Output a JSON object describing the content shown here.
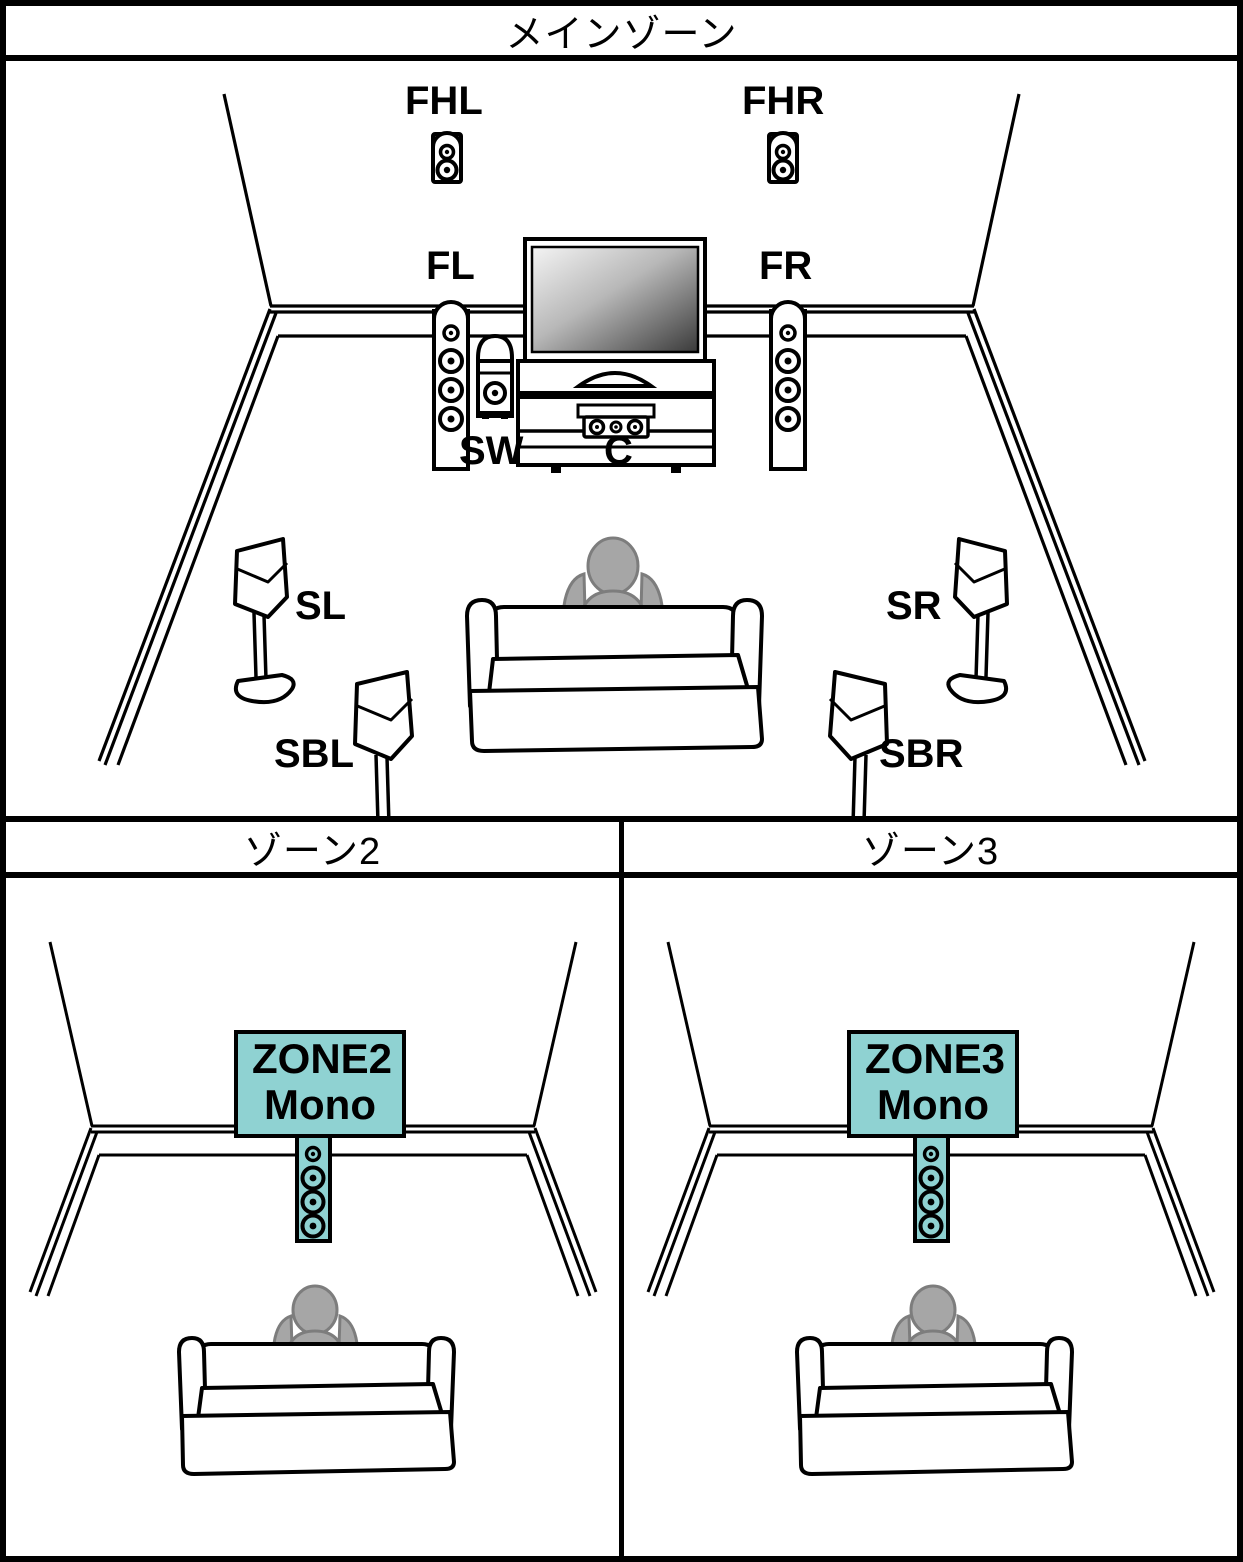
{
  "diagram": {
    "title": "Speaker layout diagram",
    "colors": {
      "zone_accent": "#8fd2d2",
      "line": "#000000",
      "person": "#a0a0a0",
      "screen_light": "#f2f2f2",
      "screen_dark": "#3a3a3a"
    }
  },
  "panels": {
    "main": {
      "header": "メインゾーン",
      "speakers": [
        {
          "id": "FHL",
          "label": "FHL",
          "type": "front-height-left",
          "icon": "wall-speaker-icon"
        },
        {
          "id": "FHR",
          "label": "FHR",
          "type": "front-height-right",
          "icon": "wall-speaker-icon"
        },
        {
          "id": "FL",
          "label": "FL",
          "type": "front-left",
          "icon": "tower-speaker-icon"
        },
        {
          "id": "FR",
          "label": "FR",
          "type": "front-right",
          "icon": "tower-speaker-icon"
        },
        {
          "id": "SW",
          "label": "SW",
          "type": "subwoofer",
          "icon": "subwoofer-icon"
        },
        {
          "id": "C",
          "label": "C",
          "type": "center",
          "icon": "center-speaker-icon"
        },
        {
          "id": "SL",
          "label": "SL",
          "type": "surround-left",
          "icon": "stand-speaker-icon"
        },
        {
          "id": "SR",
          "label": "SR",
          "type": "surround-right",
          "icon": "stand-speaker-icon"
        },
        {
          "id": "SBL",
          "label": "SBL",
          "type": "surround-back-left",
          "icon": "stand-speaker-icon"
        },
        {
          "id": "SBR",
          "label": "SBR",
          "type": "surround-back-right",
          "icon": "stand-speaker-icon"
        }
      ],
      "furniture": [
        "tv-icon",
        "tv-stand-icon",
        "sofa-icon",
        "person-icon"
      ]
    },
    "zone2": {
      "header": "ゾーン2",
      "badge_line1": "ZONE2",
      "badge_line2": "Mono",
      "speakers": [
        {
          "id": "ZONE2",
          "label": "ZONE2 Mono",
          "type": "zone-mono",
          "icon": "tower-speaker-icon"
        }
      ],
      "furniture": [
        "sofa-icon",
        "person-icon"
      ]
    },
    "zone3": {
      "header": "ゾーン3",
      "badge_line1": "ZONE3",
      "badge_line2": "Mono",
      "speakers": [
        {
          "id": "ZONE3",
          "label": "ZONE3 Mono",
          "type": "zone-mono",
          "icon": "tower-speaker-icon"
        }
      ],
      "furniture": [
        "sofa-icon",
        "person-icon"
      ]
    }
  }
}
